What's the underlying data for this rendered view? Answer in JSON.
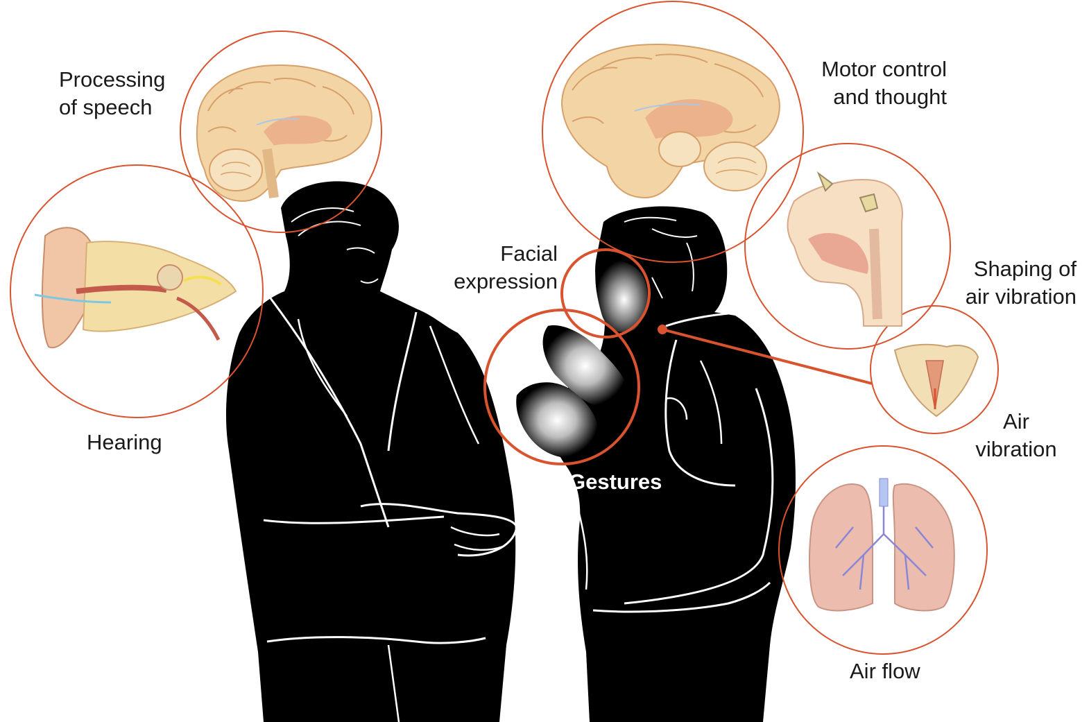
{
  "labels": {
    "processing_of_speech": [
      "Processing",
      "of speech"
    ],
    "hearing": "Hearing",
    "motor_control": [
      "Motor control",
      "and thought"
    ],
    "facial_expression": [
      "Facial",
      "expression"
    ],
    "shaping_of_air_vibration": [
      "Shaping of",
      "air vibration"
    ],
    "air_vibration": [
      "Air",
      "vibration"
    ],
    "gestures": "Gestures",
    "air_flow": "Air flow"
  },
  "colors": {
    "circle_stroke": "#d9532e",
    "silhouette": "#000000",
    "brain_fill": "#f3d4a4",
    "brain_inner": "#ecb28c",
    "ear_fill": "#f1c6a6",
    "lung_fill": "#ecbcae",
    "bronchi": "#8a86d6",
    "background": "#ffffff"
  },
  "icons": [
    "brain-sagittal-icon",
    "ear-anatomy-icon",
    "head-airway-icon",
    "larynx-icon",
    "lungs-icon",
    "listener-silhouette",
    "speaker-silhouette"
  ]
}
